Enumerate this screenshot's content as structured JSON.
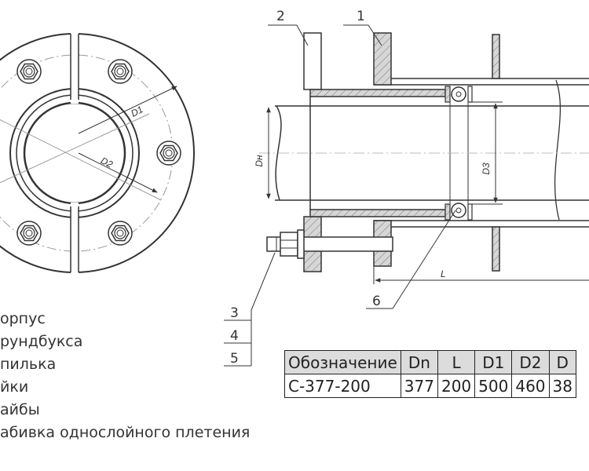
{
  "callouts": [
    "1",
    "2",
    "3",
    "4",
    "5",
    "6"
  ],
  "dims": {
    "d1": "D1",
    "d2": "D2",
    "dh": "Dн",
    "d3": "D3",
    "l": "L"
  },
  "legend": [
    "орпус",
    "рундбукса",
    "пилька",
    "йки",
    "айбы",
    "абивка однослойного плетения"
  ],
  "table": {
    "headers": [
      "Обозначение",
      "Dn",
      "L",
      "D1",
      "D2",
      "D"
    ],
    "row": [
      "С-377-200",
      "377",
      "200",
      "500",
      "460",
      "38"
    ]
  }
}
